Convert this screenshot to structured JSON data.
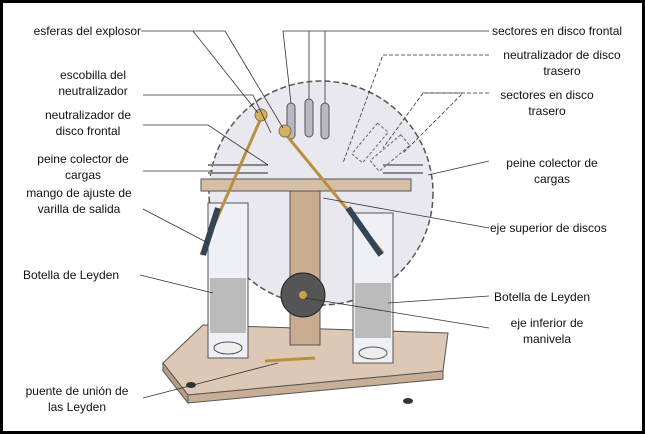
{
  "title": "Máquina de Wimshurst",
  "labels_left": {
    "esferas": "esferas del explosor",
    "escobilla": [
      "escobilla del",
      "neutralizador"
    ],
    "neutralizador_frontal": [
      "neutralizador de",
      "disco frontal"
    ],
    "peine": [
      "peine colector de",
      "cargas"
    ],
    "mango": [
      "mango de ajuste de",
      "varilla de salida"
    ],
    "botella": "Botella de Leyden",
    "puente": [
      "puente de unión de",
      "las Leyden"
    ]
  },
  "labels_right": {
    "sectores_frontal": "sectores en disco frontal",
    "neutralizador_trasero": [
      "neutralizador de disco",
      "trasero"
    ],
    "sectores_trasero": [
      "sectores en disco",
      "trasero"
    ],
    "peine": [
      "peine colector de",
      "cargas"
    ],
    "eje_superior": "eje superior de discos",
    "botella": "Botella de Leyden",
    "eje_inferior": [
      "eje inferior de",
      "manivela"
    ]
  }
}
